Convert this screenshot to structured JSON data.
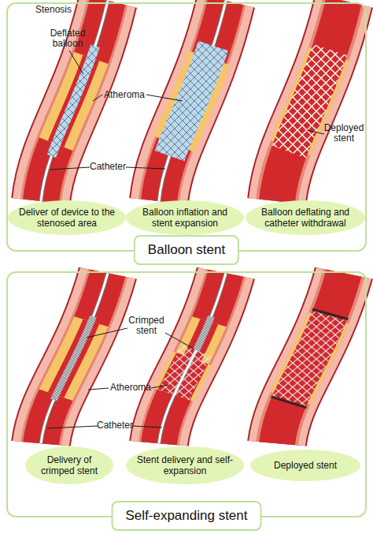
{
  "diagram": {
    "nodes": [
      {
        "text": [
          "Balloon stent"
        ]
      },
      {
        "text": [
          "Deliver of device to the stenosed area"
        ],
        "in": 0
      },
      {
        "text": [
          "Balloon inflation and stent expansion"
        ],
        "in": 0
      },
      {
        "text": [
          "Balloon deflating and catheter withdrawal"
        ],
        "in": 0
      },
      {
        "text": [
          "Self-expanding stent"
        ]
      },
      {
        "text": [
          "Delivery of crimped stent"
        ],
        "in": 4
      },
      {
        "text": [
          "Stent delivery and self-expansion"
        ],
        "in": 4
      },
      {
        "text": [
          "Deployed stent"
        ],
        "in": 4
      }
    ],
    "labels": [
      "Stenosis",
      "Deflated balloon",
      "Atheroma",
      "Catheter",
      "Deployed stent",
      "Crimped stent",
      "Atheroma",
      "Catheter"
    ]
  }
}
